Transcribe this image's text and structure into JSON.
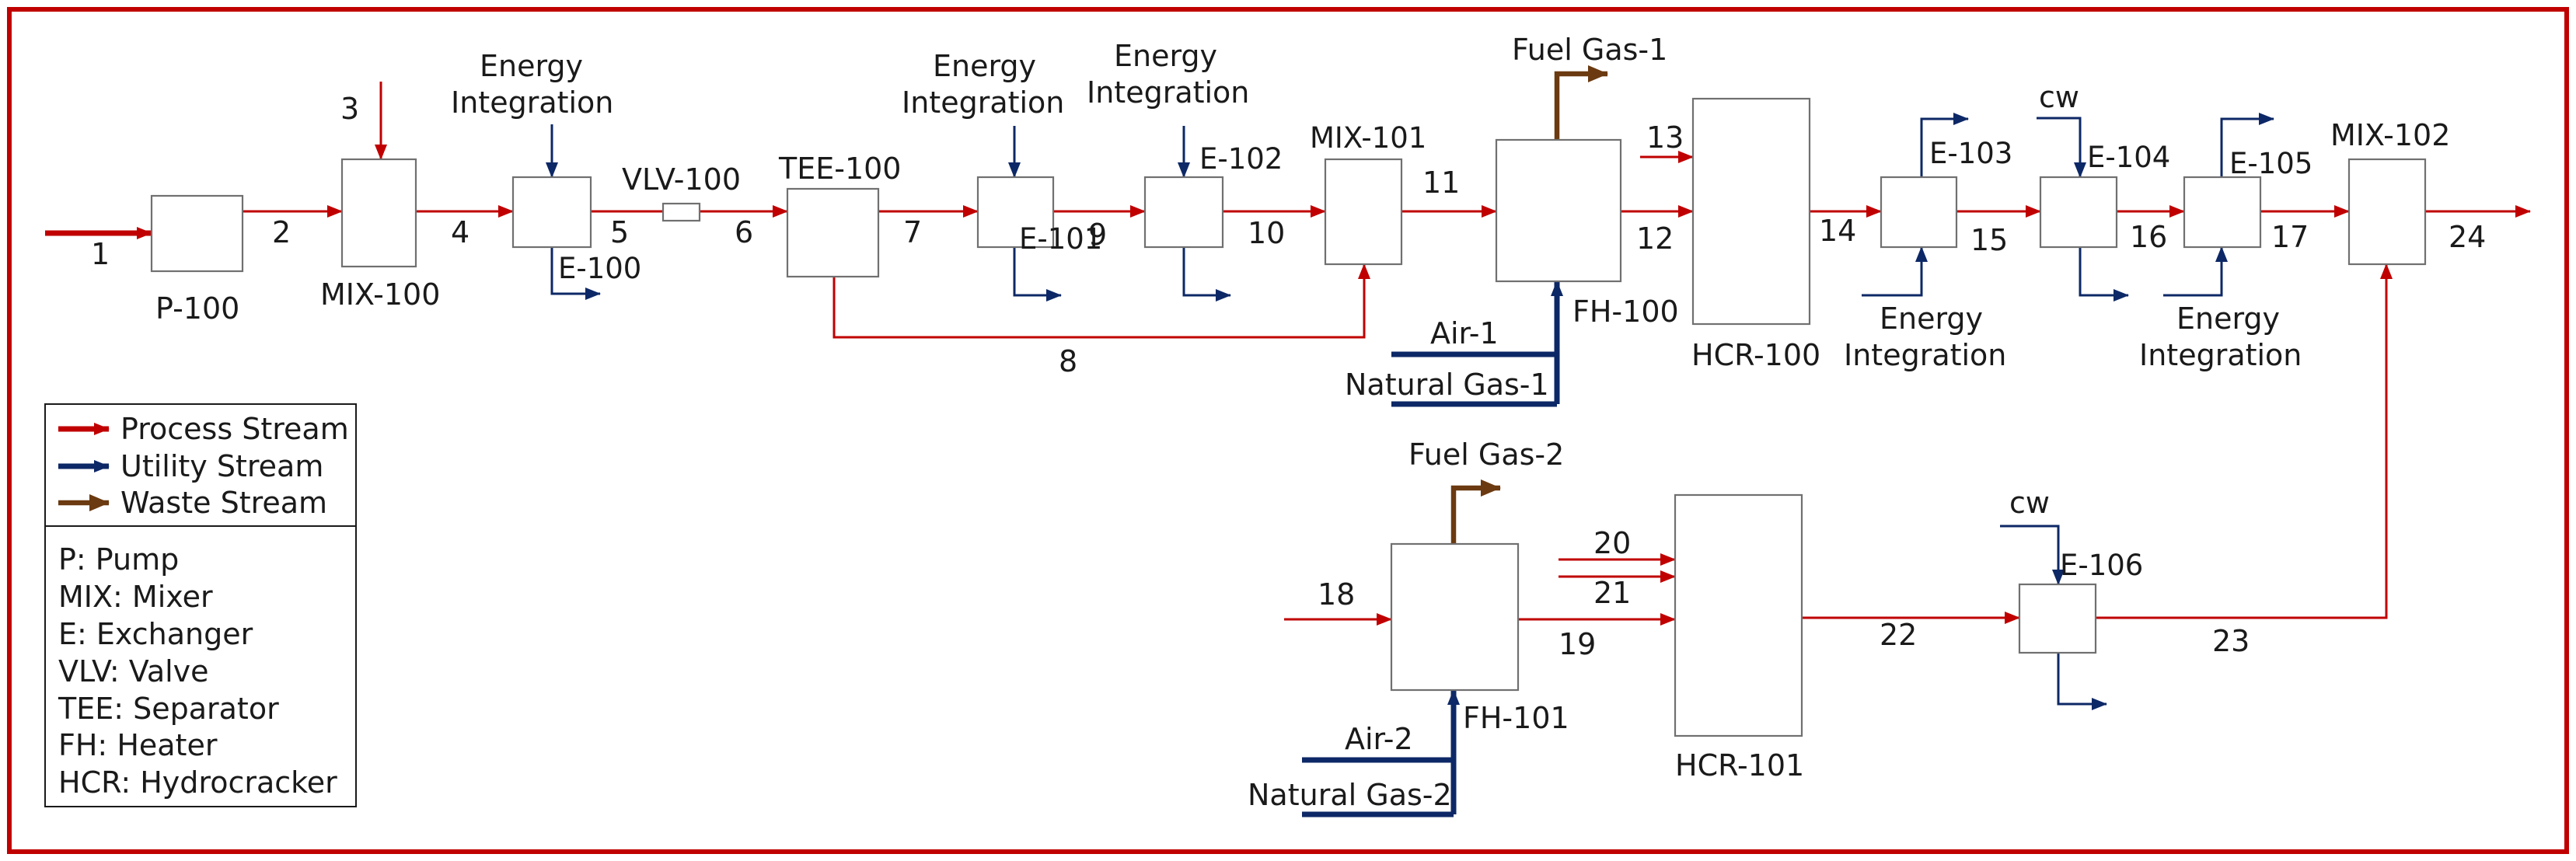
{
  "units": {
    "p100": "P-100",
    "mix100": "MIX-100",
    "vlv100": "VLV-100",
    "e100": "E-100",
    "tee100": "TEE-100",
    "e101": "E-101",
    "e102": "E-102",
    "mix101": "MIX-101",
    "fh100": "FH-100",
    "hcr100": "HCR-100",
    "e103": "E-103",
    "e104": "E-104",
    "e105": "E-105",
    "mix102": "MIX-102",
    "fh101": "FH-101",
    "hcr101": "HCR-101",
    "e106": "E-106"
  },
  "streams": {
    "s1": "1",
    "s2": "2",
    "s3": "3",
    "s4": "4",
    "s5": "5",
    "s6": "6",
    "s7": "7",
    "s8": "8",
    "s9": "9",
    "s10": "10",
    "s11": "11",
    "s12": "12",
    "s13": "13",
    "s14": "14",
    "s15": "15",
    "s16": "16",
    "s17": "17",
    "s18": "18",
    "s19": "19",
    "s20": "20",
    "s21": "21",
    "s22": "22",
    "s23": "23",
    "s24": "24"
  },
  "utility_labels": {
    "energy_integration_line1": "Energy",
    "energy_integration_line2": "Integration",
    "cw": "cw",
    "fuel_gas_1": "Fuel Gas-1",
    "fuel_gas_2": "Fuel Gas-2",
    "air_1": "Air-1",
    "air_2": "Air-2",
    "natural_gas_1": "Natural Gas-1",
    "natural_gas_2": "Natural Gas-2"
  },
  "legend": {
    "process_stream": "Process Stream",
    "utility_stream": "Utility Stream",
    "waste_stream": "Waste Stream"
  },
  "abbreviations": [
    "P: Pump",
    "MIX: Mixer",
    "E: Exchanger",
    "VLV: Valve",
    "TEE: Separator",
    "FH: Heater",
    "HCR: Hydrocracker"
  ],
  "colors": {
    "border": "#c00000",
    "process_stream": "#c00000",
    "utility_stream": "#0d2866",
    "waste_stream": "#6b3a10"
  }
}
